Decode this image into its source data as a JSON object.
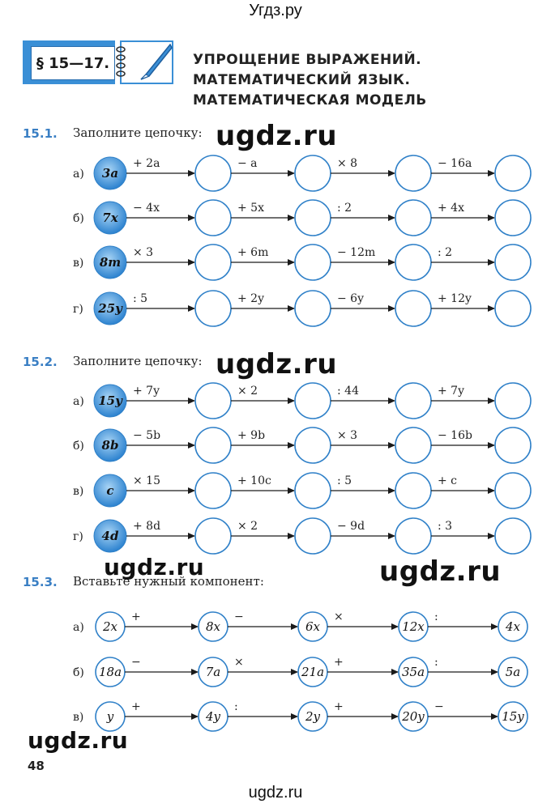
{
  "site_top": "Угдз.ру",
  "site_bottom": "ugdz.ru",
  "header": {
    "section": "§ 15—17.",
    "title_lines": [
      "УПРОЩЕНИЕ ВЫРАЖЕНИЙ.",
      "МАТЕМАТИЧЕСКИЙ ЯЗЫК.",
      "МАТЕМАТИЧЕСКАЯ МОДЕЛЬ"
    ]
  },
  "watermarks": [
    "ugdz.ru",
    "ugdz.ru",
    "ugdz.ru",
    "ugdz.ru",
    "ugdz.ru"
  ],
  "page_number": "48",
  "exercises": [
    {
      "number": "15.1.",
      "text": "Заполните цепочку:",
      "rows": [
        {
          "letter": "а)",
          "start": "3a",
          "ops": [
            "+ 2a",
            "− a",
            "× 8",
            "− 16a"
          ],
          "nodes": [
            "",
            "",
            "",
            ""
          ]
        },
        {
          "letter": "б)",
          "start": "7x",
          "ops": [
            "− 4x",
            "+ 5x",
            ": 2",
            "+ 4x"
          ],
          "nodes": [
            "",
            "",
            "",
            ""
          ]
        },
        {
          "letter": "в)",
          "start": "8m",
          "ops": [
            "× 3",
            "+ 6m",
            "− 12m",
            ": 2"
          ],
          "nodes": [
            "",
            "",
            "",
            ""
          ]
        },
        {
          "letter": "г)",
          "start": "25y",
          "ops": [
            ": 5",
            "+ 2y",
            "− 6y",
            "+ 12y"
          ],
          "nodes": [
            "",
            "",
            "",
            ""
          ]
        }
      ]
    },
    {
      "number": "15.2.",
      "text": "Заполните цепочку:",
      "rows": [
        {
          "letter": "а)",
          "start": "15y",
          "ops": [
            "+ 7y",
            "× 2",
            ": 44",
            "+ 7y"
          ],
          "nodes": [
            "",
            "",
            "",
            ""
          ]
        },
        {
          "letter": "б)",
          "start": "8b",
          "ops": [
            "− 5b",
            "+ 9b",
            "× 3",
            "− 16b"
          ],
          "nodes": [
            "",
            "",
            "",
            ""
          ]
        },
        {
          "letter": "в)",
          "start": "c",
          "ops": [
            "× 15",
            "+ 10c",
            ": 5",
            "+ c"
          ],
          "nodes": [
            "",
            "",
            "",
            ""
          ]
        },
        {
          "letter": "г)",
          "start": "4d",
          "ops": [
            "+ 8d",
            "× 2",
            "− 9d",
            ": 3"
          ],
          "nodes": [
            "",
            "",
            "",
            ""
          ]
        }
      ]
    },
    {
      "number": "15.3.",
      "text": "Вставьте нужный компонент:",
      "rows": [
        {
          "letter": "а)",
          "start": "2x",
          "ops": [
            "+",
            "−",
            "×",
            ":"
          ],
          "nodes": [
            "8x",
            "6x",
            "12x",
            "4x"
          ]
        },
        {
          "letter": "б)",
          "start": "18a",
          "ops": [
            "−",
            "×",
            "+",
            ":"
          ],
          "nodes": [
            "7a",
            "21a",
            "35a",
            "5a"
          ]
        },
        {
          "letter": "в)",
          "start": "y",
          "ops": [
            "+",
            ":",
            "+",
            "−"
          ],
          "nodes": [
            "4y",
            "2y",
            "20y",
            "15y"
          ]
        }
      ]
    }
  ],
  "colors": {
    "accent_blue": "#3a8fd6",
    "circle_stroke": "#2f80c8",
    "number_blue": "#3a7fc4"
  }
}
